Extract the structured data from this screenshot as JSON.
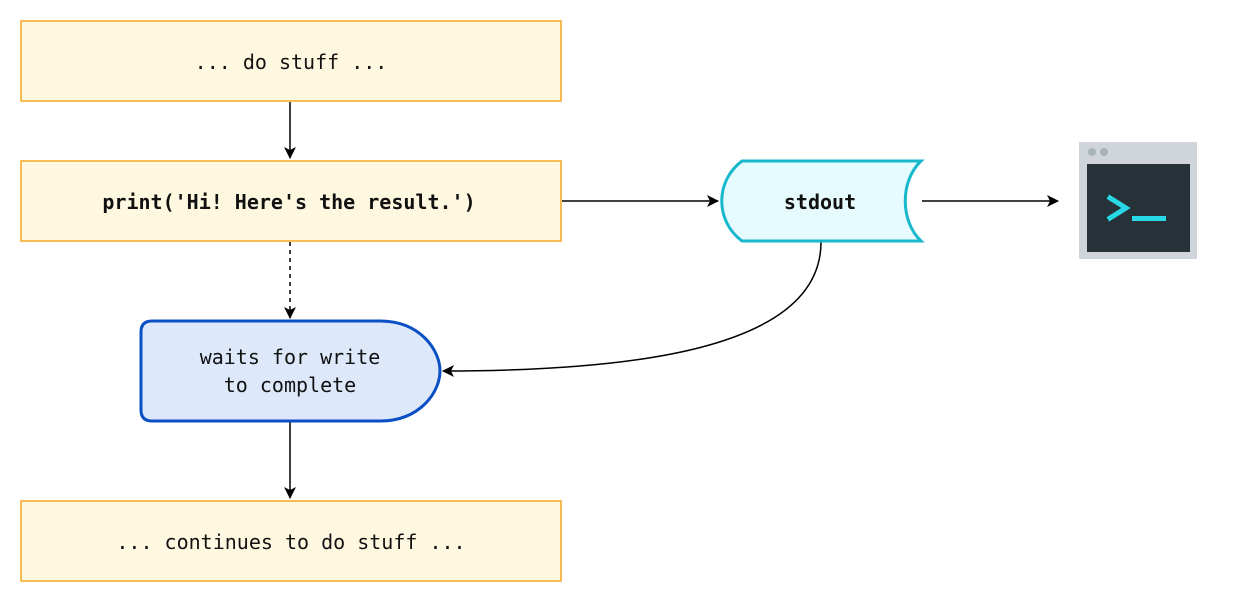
{
  "diagram": {
    "nodes": {
      "do_stuff": {
        "label": "... do stuff ..."
      },
      "print": {
        "label": "print('Hi! Here's the result.')"
      },
      "stdout": {
        "label": "stdout"
      },
      "waits": {
        "label_line1": "waits for write",
        "label_line2": "to complete"
      },
      "continues": {
        "label": "... continues to do stuff ..."
      },
      "terminal": {
        "icon": "terminal-icon",
        "prompt": ">_"
      }
    },
    "edges": [
      {
        "from": "do_stuff",
        "to": "print",
        "style": "solid"
      },
      {
        "from": "print",
        "to": "stdout",
        "style": "solid"
      },
      {
        "from": "stdout",
        "to": "terminal",
        "style": "solid"
      },
      {
        "from": "print",
        "to": "waits",
        "style": "dashed"
      },
      {
        "from": "stdout",
        "to": "waits",
        "style": "solid-curved"
      },
      {
        "from": "waits",
        "to": "continues",
        "style": "solid"
      }
    ],
    "colors": {
      "process_fill": "#fff8e1",
      "process_stroke": "#f5a623",
      "stdout_fill": "#e6fbfd",
      "stdout_stroke": "#17b8cc",
      "waits_fill": "#dde9fb",
      "waits_stroke": "#0b4fc4",
      "terminal_frame": "#cfd5da",
      "terminal_screen": "#263238",
      "terminal_prompt": "#27d8e6",
      "edge": "#000000"
    }
  }
}
